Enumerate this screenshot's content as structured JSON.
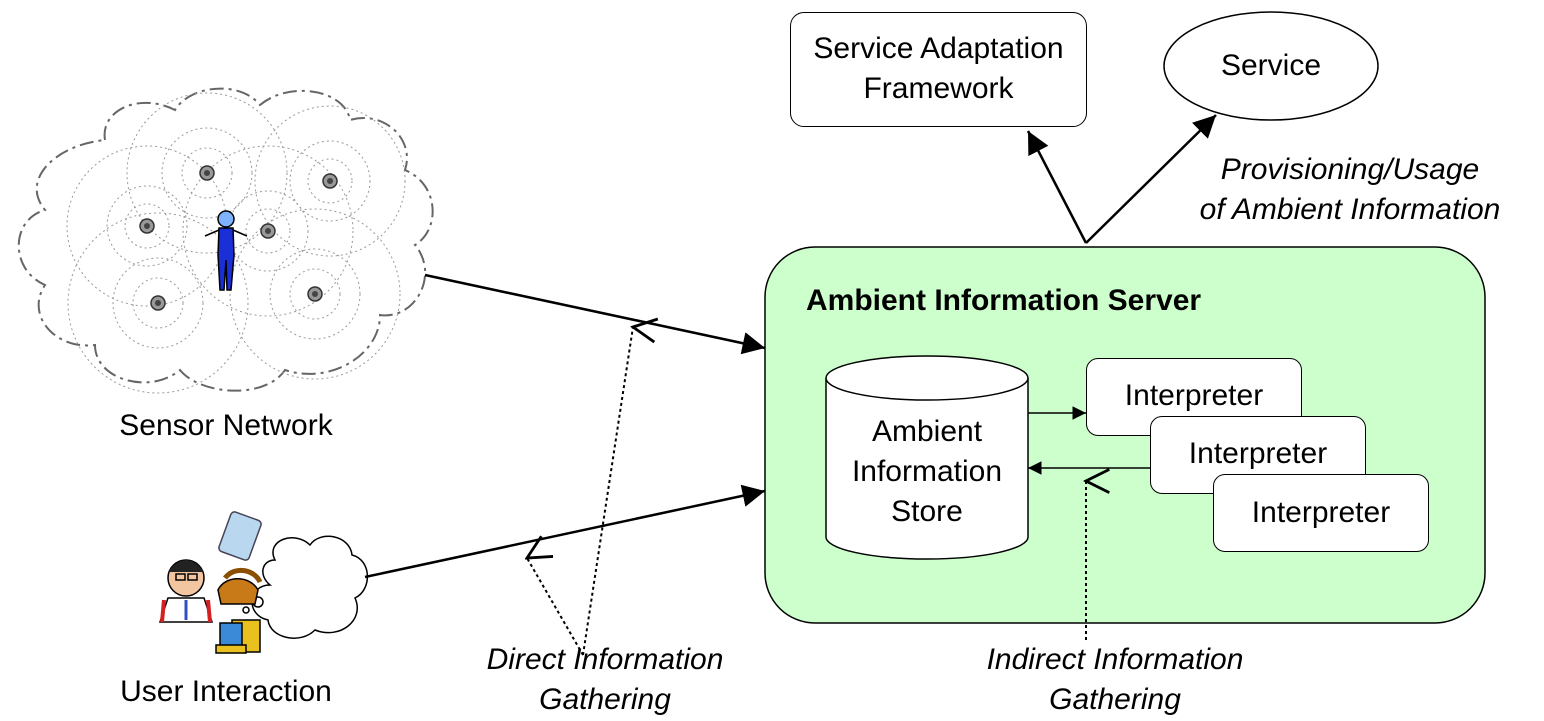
{
  "title": "",
  "nodes": {
    "service_adaptation_framework": {
      "line1": "Service Adaptation",
      "line2": "Framework"
    },
    "service": "Service",
    "server": {
      "title": "Ambient Information Server"
    },
    "store": {
      "line1": "Ambient",
      "line2": "Information",
      "line3": "Store"
    },
    "interpreters": [
      "Interpreter",
      "Interpreter",
      "Interpreter"
    ],
    "sensor_network": "Sensor Network",
    "user_interaction": "User Interaction"
  },
  "annotations": {
    "provisioning": {
      "line1": "Provisioning/Usage",
      "line2": "of Ambient Information"
    },
    "direct": {
      "line1": "Direct Information",
      "line2": "Gathering"
    },
    "indirect": {
      "line1": "Indirect Information",
      "line2": "Gathering"
    }
  },
  "colors": {
    "server_fill": "#ccffcc",
    "sensor_person": "#1a2fd6",
    "stroke": "#000000"
  },
  "icons": [
    "sensor-node-icon",
    "person-icon",
    "user-icon",
    "phone-icon",
    "pda-icon",
    "computer-icon",
    "thought-cloud-icon"
  ]
}
